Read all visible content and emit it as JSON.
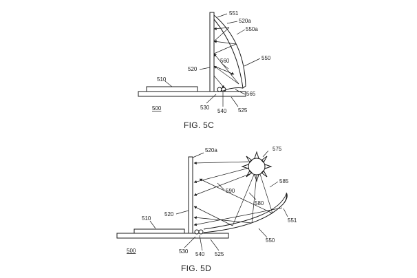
{
  "fig_c": {
    "caption": "FIG. 5C",
    "labels": {
      "l551": "551",
      "l520a": "520a",
      "l550a": "550a",
      "l550": "550",
      "l520": "520",
      "l560": "560",
      "l510": "510",
      "l565": "565",
      "l500": "500",
      "l530": "530",
      "l540": "540",
      "l525": "525"
    }
  },
  "fig_d": {
    "caption": "FIG. 5D",
    "labels": {
      "l520a": "520a",
      "l575": "575",
      "l590": "590",
      "l585": "585",
      "l580": "580",
      "l520": "520",
      "l551": "551",
      "l510": "510",
      "l550": "550",
      "l500": "500",
      "l530": "530",
      "l540": "540",
      "l525": "525"
    }
  }
}
